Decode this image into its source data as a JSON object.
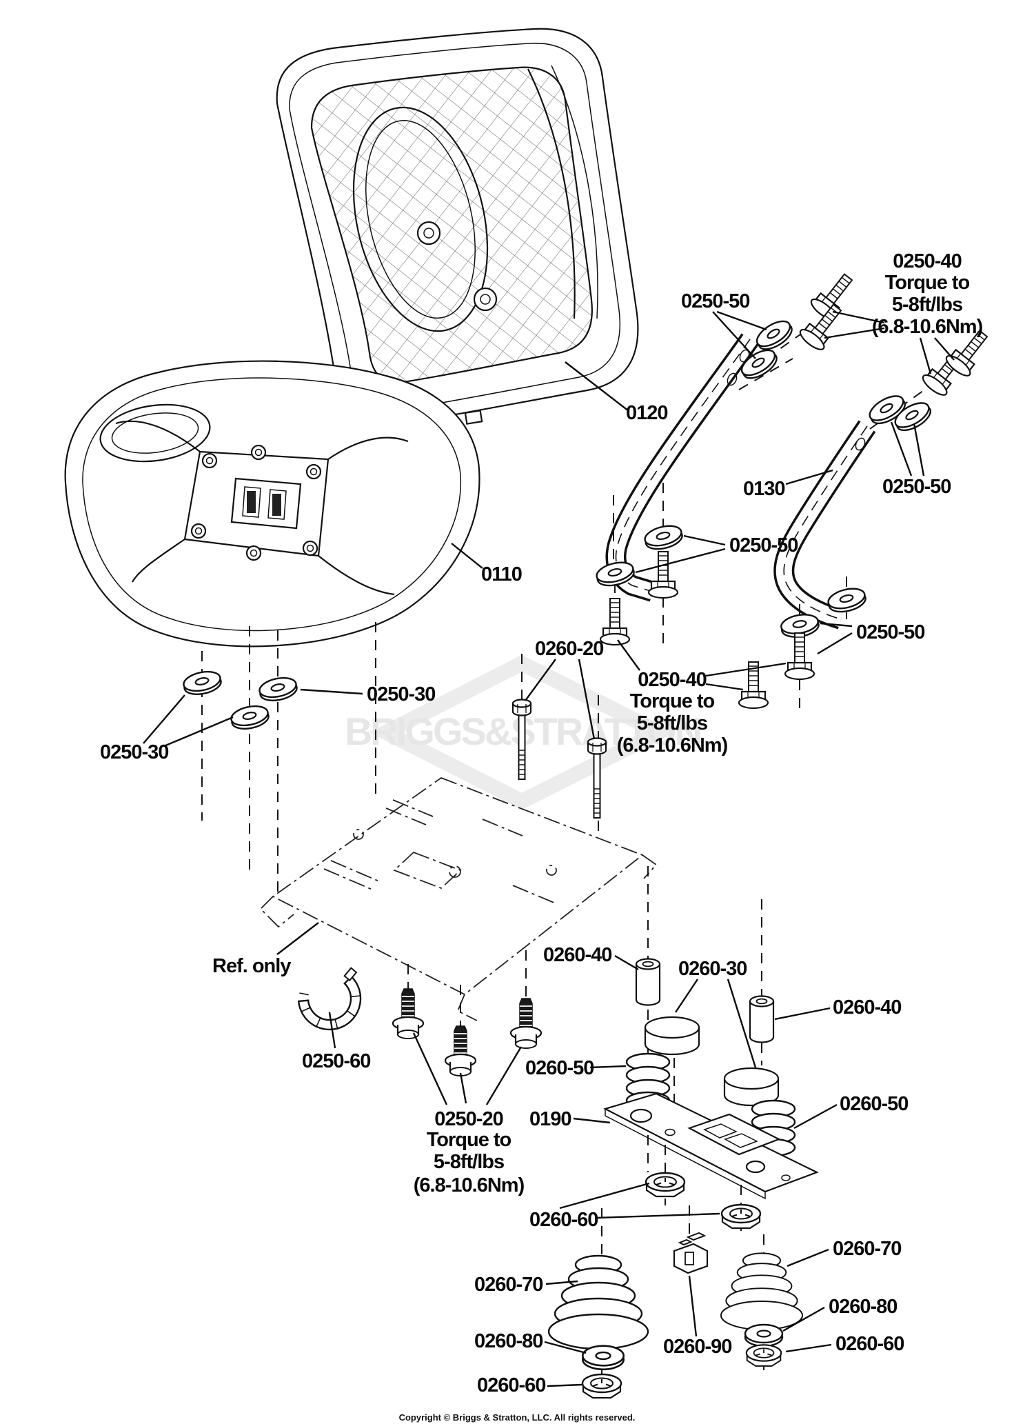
{
  "diagram": {
    "watermark": "BRIGGS&STRATTON",
    "copyright": "Copyright © Briggs & Stratton, LLC. All rights reserved.",
    "notes": {
      "ref_only": "Ref. only",
      "torque": {
        "to": "Torque to",
        "range": "5-8ft/lbs",
        "metric": "(6.8-10.6Nm)"
      }
    },
    "parts": {
      "seat_bottom": "0110",
      "seat_back": "0120",
      "mount_bracket": "0130",
      "latch_plate": "0190",
      "screw_torx": "0250-20",
      "seat_washer": "0250-30",
      "hex_screw": "0250-40",
      "flat_washer": "0250-50",
      "hook": "0250-60",
      "carriage_bolt": "0260-20",
      "cap": "0260-30",
      "spacer": "0260-40",
      "spring": "0260-50",
      "flange_nut": "0260-60",
      "cone_spring": "0260-70",
      "washer": "0260-80",
      "switch": "0260-90"
    }
  }
}
